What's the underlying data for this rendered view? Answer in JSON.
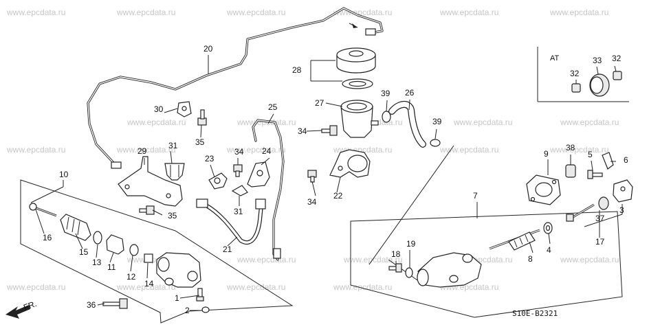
{
  "watermark": "www.epcdata.ru",
  "diagram_code": "S10E-B2321",
  "inset_label": "AT",
  "direction_label": "FR.",
  "callouts": [
    "1",
    "2",
    "3",
    "4",
    "5",
    "6",
    "7",
    "8",
    "9",
    "10",
    "11",
    "12",
    "13",
    "14",
    "15",
    "16",
    "17",
    "18",
    "19",
    "20",
    "21",
    "22",
    "23",
    "24",
    "25",
    "26",
    "27",
    "28",
    "29",
    "30",
    "31",
    "32",
    "33",
    "34",
    "35",
    "36",
    "37",
    "38",
    "39"
  ]
}
